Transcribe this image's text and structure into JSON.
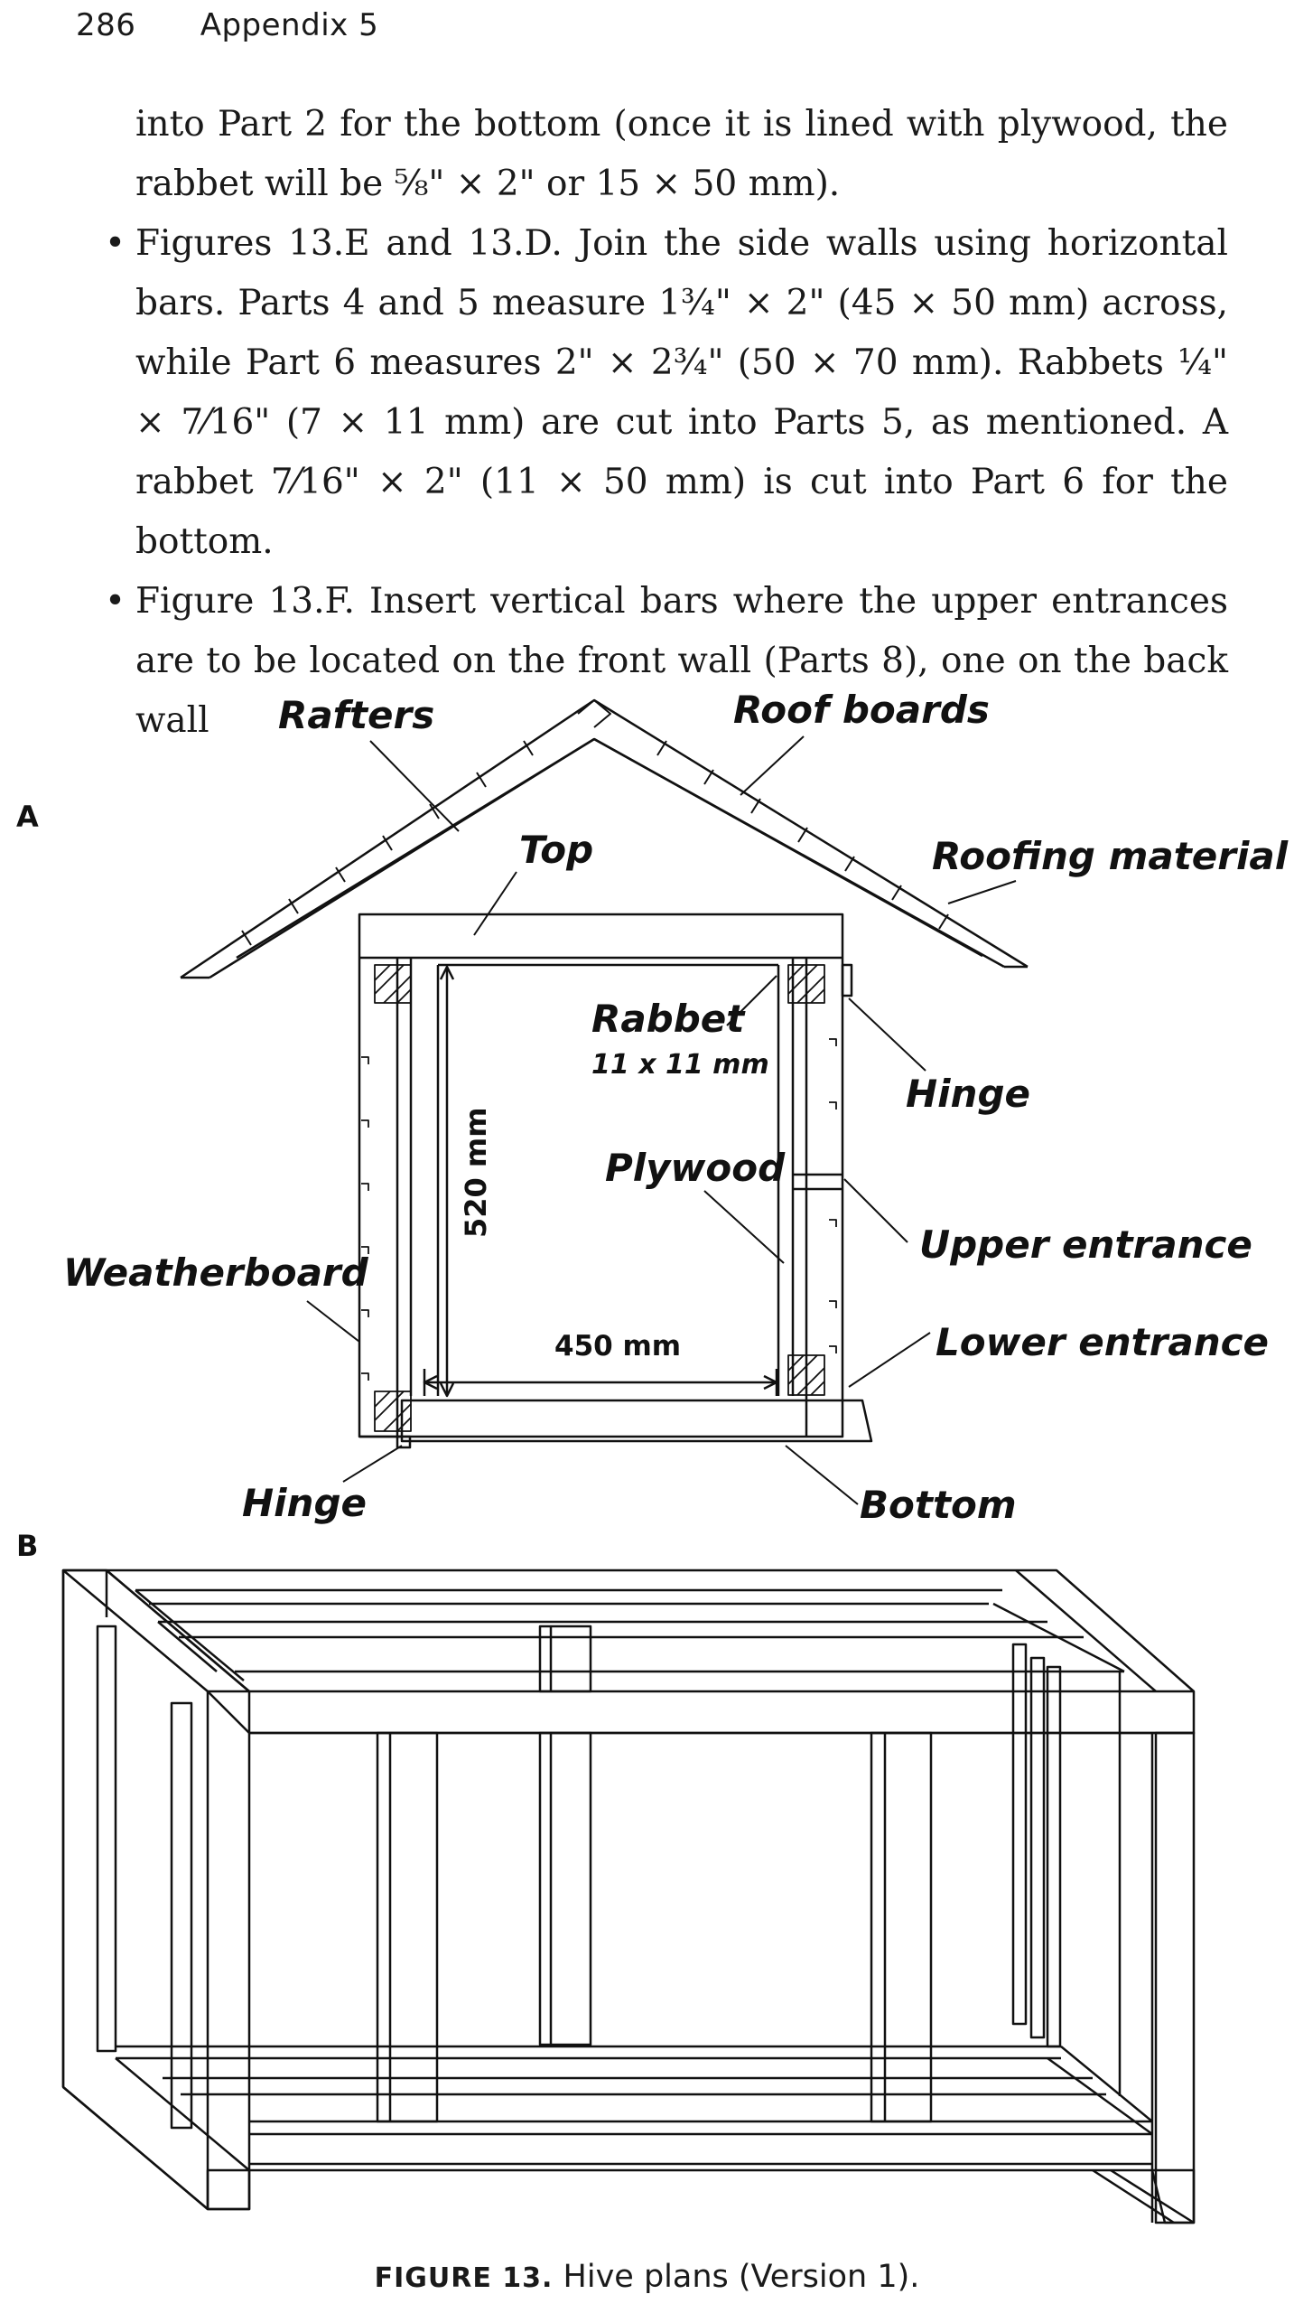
{
  "header": {
    "page_number": "286",
    "section": "Appendix 5"
  },
  "body": {
    "p1": "into Part 2 for the bottom (once it is lined with plywood, the rabbet will be ⅝\" × 2\" or 15 × 50 mm).",
    "b1": "Figures 13.E and 13.D. Join the side walls using horizontal bars. Parts 4 and 5 measure 1¾\" × 2\" (45 × 50 mm) across, while Part 6 measures 2\" × 2¾\" (50 × 70 mm). Rabbets ¼\" × 7⁄16\" (7 × 11 mm) are cut into Parts 5, as mentioned. A rabbet 7⁄16\" × 2\" (11 × 50 mm) is cut into Part 6 for the bottom.",
    "b2": "Figure 13.F. Insert vertical bars where the upper entrances are to be located on the front wall (Parts 8), one on the back wall",
    "bullet": "•"
  },
  "figure": {
    "panel_a": "A",
    "panel_b": "B",
    "labels": {
      "rafters": "Rafters",
      "roof_boards": "Roof boards",
      "top": "Top",
      "roofing_material": "Roofing material",
      "rabbet": "Rabbet",
      "rabbet_size": "11 x 11 mm",
      "hinge_right": "Hinge",
      "height": "520 mm",
      "plywood": "Plywood",
      "upper_entrance": "Upper entrance",
      "weatherboard": "Weatherboard",
      "width": "450 mm",
      "lower_entrance": "Lower entrance",
      "hinge_left": "Hinge",
      "bottom": "Bottom"
    }
  },
  "caption": {
    "label": "FIGURE 13.",
    "text": " Hive plans (Version 1)."
  }
}
